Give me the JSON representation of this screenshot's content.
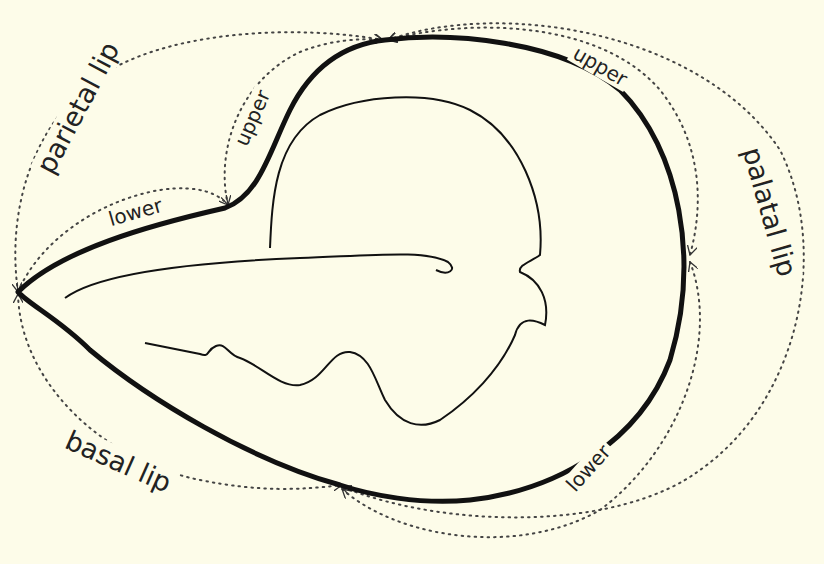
{
  "diagram": {
    "labels": [
      "parietal lip",
      "upper",
      "lower",
      "upper",
      "palatal lip",
      "basal lip",
      "lower"
    ]
  }
}
